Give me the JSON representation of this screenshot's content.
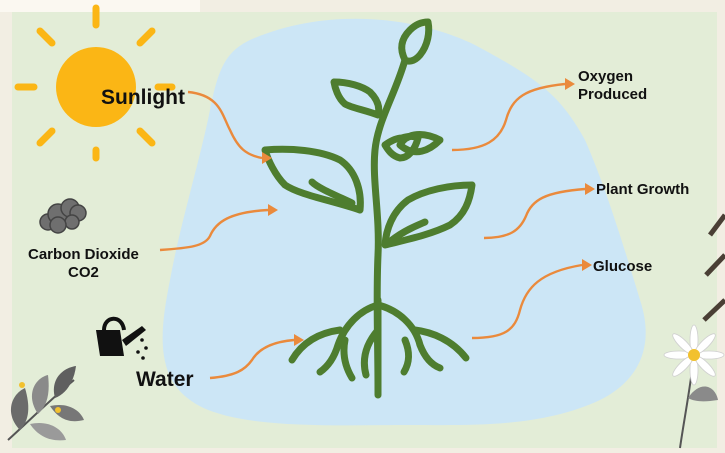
{
  "diagram": {
    "inputs": {
      "sunlight": "Sunlight",
      "carbon_dioxide_line1": "Carbon Dioxide",
      "carbon_dioxide_line2": "CO2",
      "water": "Water"
    },
    "outputs": {
      "oxygen_line1": "Oxygen",
      "oxygen_line2": "Produced",
      "plant_growth": "Plant Growth",
      "glucose": "Glucose"
    }
  },
  "colors": {
    "background": "#e3edd7",
    "blob": "#cce6f6",
    "plant": "#4e7d2f",
    "arrow": "#ea8a3c",
    "sun": "#fbb615"
  },
  "icons": {
    "sun": "sun-icon",
    "cloud": "co2-cloud-icon",
    "watering_can": "watering-can-icon",
    "plant": "plant-icon",
    "flower": "daisy-icon",
    "leaves": "leaf-branch-icon"
  }
}
